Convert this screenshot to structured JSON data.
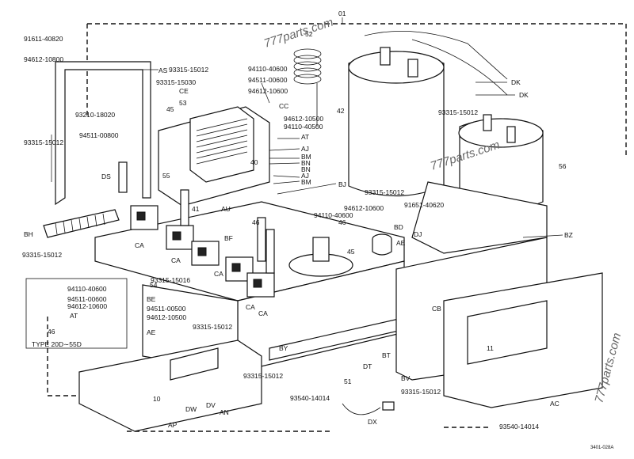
{
  "drawing_id": "3401-028A",
  "watermark": "777parts.com",
  "labels": {
    "01": "01",
    "52": "52",
    "45": "45",
    "53": "53",
    "42": "42",
    "56": "56",
    "55": "55",
    "54": "54",
    "40": "40",
    "41": "41",
    "46": "46",
    "51": "51",
    "11": "11",
    "10": "10",
    "AS": "AS",
    "CE": "CE",
    "CC": "CC",
    "AT": "AT",
    "AJ": "AJ",
    "BM": "BM",
    "BN": "BN",
    "BJ": "BJ",
    "DK": "DK",
    "DS": "DS",
    "BH": "BH",
    "CA": "CA",
    "AU": "AU",
    "BF": "BF",
    "BD": "BD",
    "DJ": "DJ",
    "AE": "AE",
    "BZ": "BZ",
    "CB": "CB",
    "BE": "BE",
    "BY": "BY",
    "DT": "DT",
    "BT": "BT",
    "BV": "BV",
    "AP": "AP",
    "DW": "DW",
    "DV": "DV",
    "AN": "AN",
    "DX": "DX",
    "AC": "AC",
    "p91611_40820": "91611-40820",
    "p94612_10800": "94612-10800",
    "p93315_15012": "93315-15012",
    "p93315_15030": "93315-15030",
    "p94110_40600": "94110-40600",
    "p94511_00600": "94511-00600",
    "p94612_10600": "94612-10600",
    "p93210_18020": "93210-18020",
    "p94511_00800": "94511-00800",
    "p94612_10500": "94612-10500",
    "p94110_40500": "94110-40500",
    "p91651_40620": "91651-40620",
    "p93315_15016": "93315-15016",
    "p94511_00500": "94511-00500",
    "p93540_14014": "93540-14014",
    "type_note": "TYPE 20D∼55D"
  }
}
